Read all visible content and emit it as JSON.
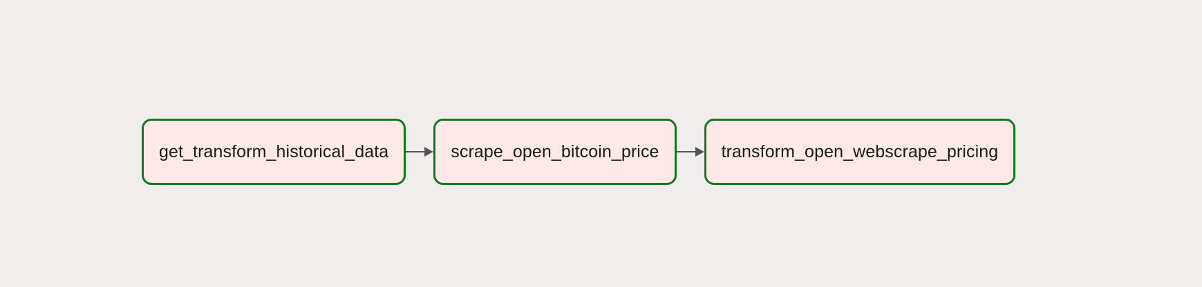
{
  "diagram": {
    "type": "pipeline-flow",
    "orientation": "horizontal",
    "background_color": "#efeeed",
    "node_fill_color": "#fdeae6",
    "node_border_color": "#0d7a1b",
    "node_text_color": "#1a1a1a",
    "edge_color": "#555555",
    "nodes": [
      {
        "id": "node-1",
        "label": "get_transform_historical_data"
      },
      {
        "id": "node-2",
        "label": "scrape_open_bitcoin_price"
      },
      {
        "id": "node-3",
        "label": "transform_open_webscrape_pricing"
      }
    ],
    "edges": [
      {
        "id": "edge-1",
        "from": "get_transform_historical_data",
        "to": "scrape_open_bitcoin_price",
        "icon": "arrow-right-icon"
      },
      {
        "id": "edge-2",
        "from": "scrape_open_bitcoin_price",
        "to": "transform_open_webscrape_pricing",
        "icon": "arrow-right-icon"
      }
    ]
  }
}
